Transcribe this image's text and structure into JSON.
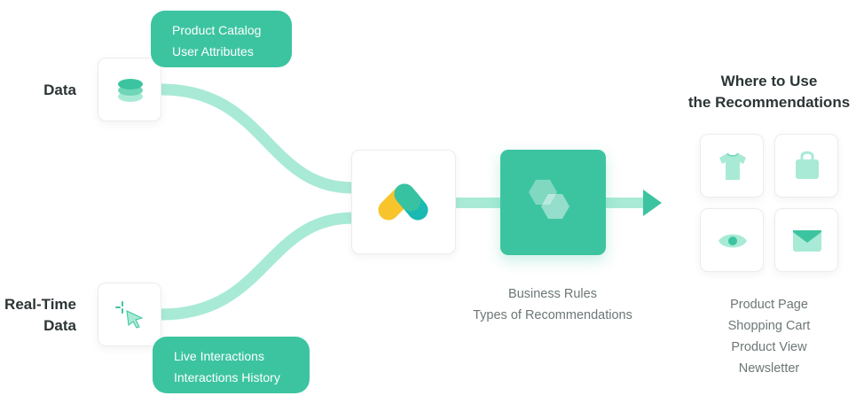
{
  "inputs": {
    "data": {
      "label": "Data",
      "icon": "database-icon",
      "sources": [
        "Product Catalog",
        "User Attributes"
      ]
    },
    "realtime": {
      "label_lines": [
        "Real-Time",
        "Data"
      ],
      "icon": "cursor-click-icon",
      "sources": [
        "Live Interactions",
        "Interactions History"
      ]
    }
  },
  "engine": {
    "icon": "brand-logo-icon"
  },
  "processing": {
    "icon": "hexagon-layers-icon",
    "caption": [
      "Business Rules",
      "Types of Recommendations"
    ]
  },
  "output": {
    "heading": [
      "Where to Use",
      "the Recommendations"
    ],
    "icons": [
      "tshirt-icon",
      "shopping-bag-icon",
      "eye-icon",
      "envelope-icon"
    ],
    "places": [
      "Product Page",
      "Shopping Cart",
      "Product View",
      "Newsletter"
    ]
  },
  "colors": {
    "accent": "#3cc4a0",
    "flow": "#a8ead6",
    "icon_light": "#a8ead6",
    "logo_yellow": "#f8c42c",
    "logo_teal": "#1cb9b3"
  }
}
